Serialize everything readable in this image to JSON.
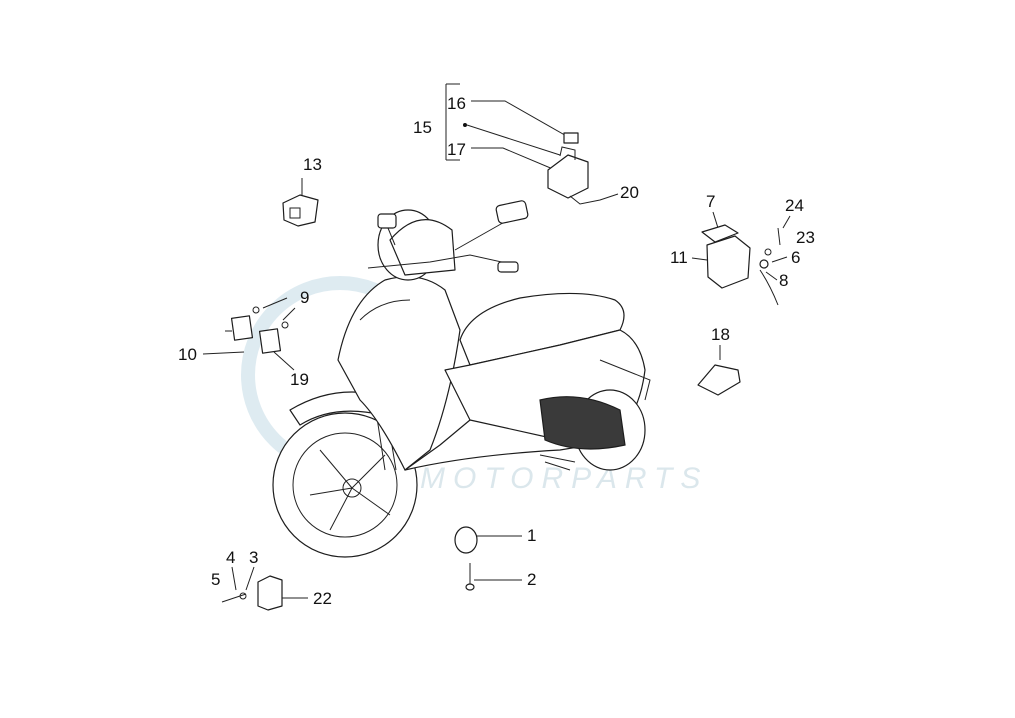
{
  "watermark": {
    "brand_text": "",
    "sub_text": "MOTORPARTS",
    "color": "#c7dbe6"
  },
  "callouts": {
    "c1": "1",
    "c2": "2",
    "c3": "3",
    "c4": "4",
    "c5": "5",
    "c6": "6",
    "c7": "7",
    "c8": "8",
    "c9": "9",
    "c10": "10",
    "c11": "11",
    "c13": "13",
    "c15": "15",
    "c16": "16",
    "c17": "17",
    "c18": "18",
    "c19": "19",
    "c20": "20",
    "c22": "22",
    "c23": "23",
    "c24": "24"
  },
  "colors": {
    "line": "#222222",
    "label": "#111111",
    "watermark": "#c7dbe6"
  }
}
